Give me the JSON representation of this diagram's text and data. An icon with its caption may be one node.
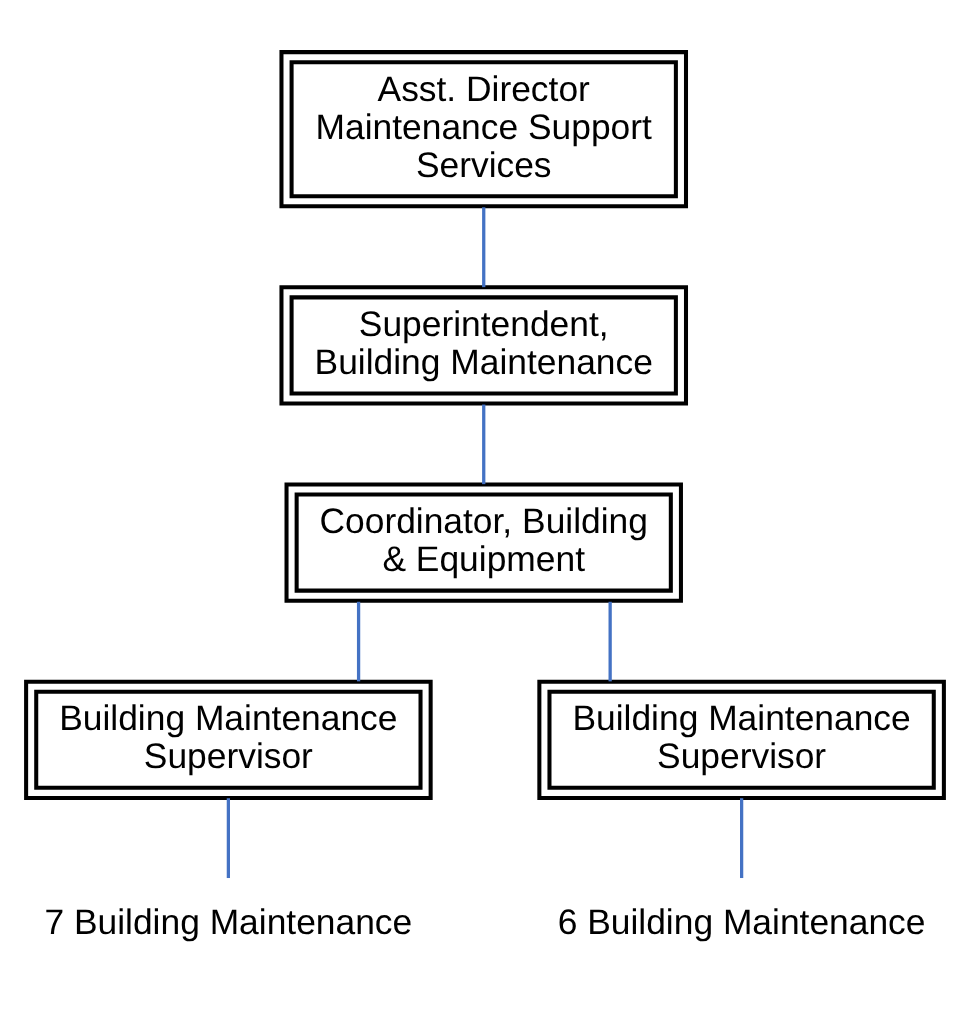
{
  "diagram": {
    "nodes": [
      {
        "text": [
          "Asst. Director Maintenance Support Services"
        ]
      },
      {
        "text": [
          "Superintendent, Building Maintenance"
        ]
      },
      {
        "text": [
          "Coordinator, Building & Equipment"
        ]
      },
      {
        "text": [
          "Building Maintenance Supervisor"
        ]
      },
      {
        "text": [
          "Building Maintenance Supervisor"
        ]
      },
      {
        "text": [
          "7 Building Maintenance"
        ]
      },
      {
        "text": [
          "6 Building Maintenance"
        ]
      }
    ],
    "edges": [
      {
        "from": 0,
        "to": 1,
        "arrow": "none"
      },
      {
        "from": 1,
        "to": 2,
        "arrow": "none"
      },
      {
        "from": 2,
        "to": 3,
        "arrow": "none"
      },
      {
        "from": 2,
        "to": 4,
        "arrow": "none"
      },
      {
        "from": 3,
        "to": 5,
        "arrow": "none"
      },
      {
        "from": 4,
        "to": 6,
        "arrow": "none"
      }
    ]
  }
}
